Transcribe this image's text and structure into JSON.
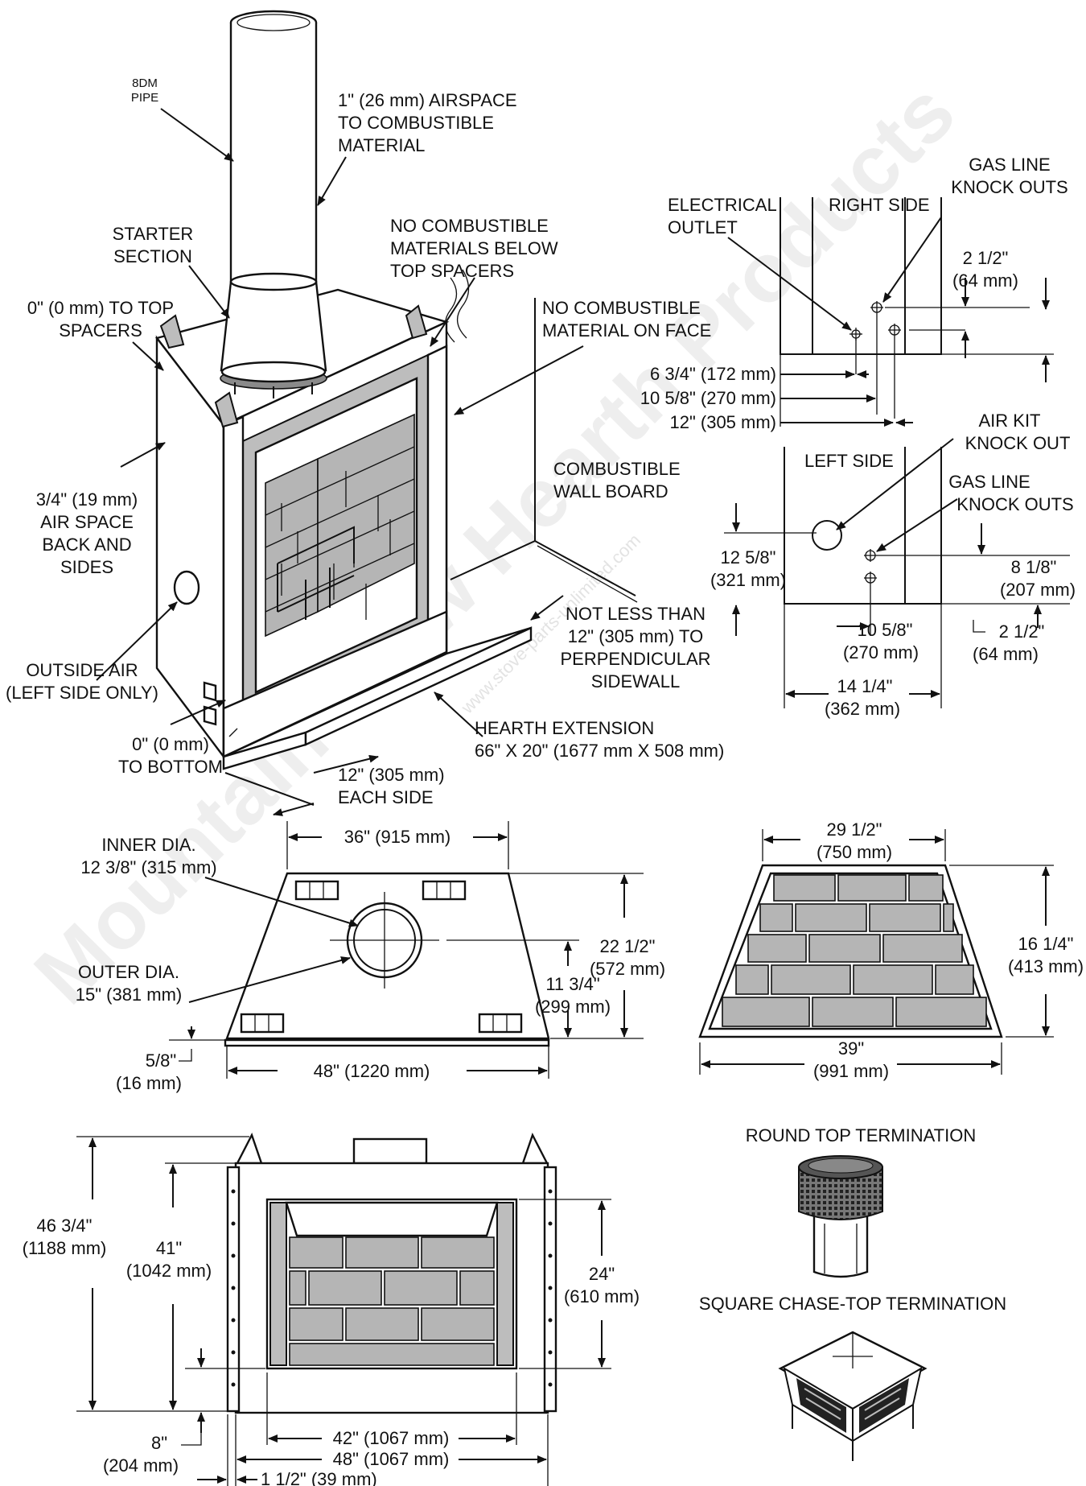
{
  "watermark": {
    "brand": "Mountain View Hearth Products",
    "url": "www.stove-parts-unlimited.com"
  },
  "main_view": {
    "pipe": [
      "8DM",
      "PIPE"
    ],
    "airspace": [
      "1\" (26 mm) AIRSPACE",
      "TO COMBUSTIBLE",
      "MATERIAL"
    ],
    "starter": [
      "STARTER",
      "SECTION"
    ],
    "top_spacers": [
      "0\" (0 mm) TO TOP",
      "SPACERS"
    ],
    "no_comb_below": [
      "NO COMBUSTIBLE",
      "MATERIALS BELOW",
      "TOP SPACERS"
    ],
    "no_comb_face": [
      "NO COMBUSTIBLE",
      "MATERIAL ON FACE"
    ],
    "comb_wall": [
      "COMBUSTIBLE",
      "WALL BOARD"
    ],
    "air_space_back": [
      "3/4\" (19 mm)",
      "AIR SPACE",
      "BACK AND",
      "SIDES"
    ],
    "outside_air": [
      "OUTSIDE AIR",
      "(LEFT SIDE ONLY)"
    ],
    "bottom": [
      "0\" (0 mm)",
      "TO BOTTOM"
    ],
    "not_less": [
      "NOT LESS THAN",
      "12\" (305 mm) TO",
      "PERPENDICULAR",
      "SIDEWALL"
    ],
    "hearth": [
      "HEARTH EXTENSION",
      "66\" X 20\" (1677 mm X 508 mm)"
    ],
    "each_side": [
      "12\" (305 mm)",
      "EACH SIDE"
    ]
  },
  "right_side": {
    "electrical": [
      "ELECTRICAL",
      "OUTLET"
    ],
    "title": "RIGHT SIDE",
    "gas": [
      "GAS LINE",
      "KNOCK OUTS"
    ],
    "d_2half": [
      "2 1/2\"",
      "(64 mm)"
    ],
    "d_6": "6 3/4\" (172 mm)",
    "d_10": "10 5/8\" (270 mm)",
    "d_12": "12\" (305 mm)"
  },
  "left_side": {
    "title": "LEFT SIDE",
    "air_kit": [
      "AIR KIT",
      "KNOCK OUT"
    ],
    "gas": [
      "GAS LINE",
      "KNOCK OUTS"
    ],
    "d_12": [
      "12 5/8\"",
      "(321 mm)"
    ],
    "d_8": [
      "8 1/8\"",
      "(207 mm)"
    ],
    "d_10": [
      "10 5/8\"",
      "(270 mm)"
    ],
    "d_2half": [
      "2 1/2\"",
      "(64 mm)"
    ],
    "d_14": [
      "14 1/4\"",
      "(362 mm)"
    ]
  },
  "top_view": {
    "d_36": "36\" (915 mm)",
    "inner": [
      "INNER DIA.",
      "12 3/8\" (315 mm)"
    ],
    "outer": [
      "OUTER DIA.",
      "15\" (381 mm)"
    ],
    "d_22": [
      "22 1/2\"",
      "(572 mm)"
    ],
    "d_11": [
      "11 3/4\"",
      "(299 mm)"
    ],
    "d_5": [
      "5/8\"",
      "(16 mm)"
    ],
    "d_48": "48\" (1220 mm)"
  },
  "brick_view": {
    "d_29": [
      "29 1/2\"",
      "(750 mm)"
    ],
    "d_16": [
      "16 1/4\"",
      "(413 mm)"
    ],
    "d_39": [
      "39\"",
      "(991 mm)"
    ]
  },
  "front_view": {
    "d_46": [
      "46 3/4\"",
      "(1188 mm)"
    ],
    "d_41": [
      "41\"",
      "(1042 mm)"
    ],
    "d_24": [
      "24\"",
      "(610 mm)"
    ],
    "d_8": [
      "8\"",
      "(204 mm)"
    ],
    "d_42": "42\" (1067 mm)",
    "d_48": "48\" (1067 mm)",
    "d_1half": "1 1/2\" (39 mm)"
  },
  "terminations": {
    "round": "ROUND TOP TERMINATION",
    "square": "SQUARE CHASE-TOP TERMINATION"
  }
}
